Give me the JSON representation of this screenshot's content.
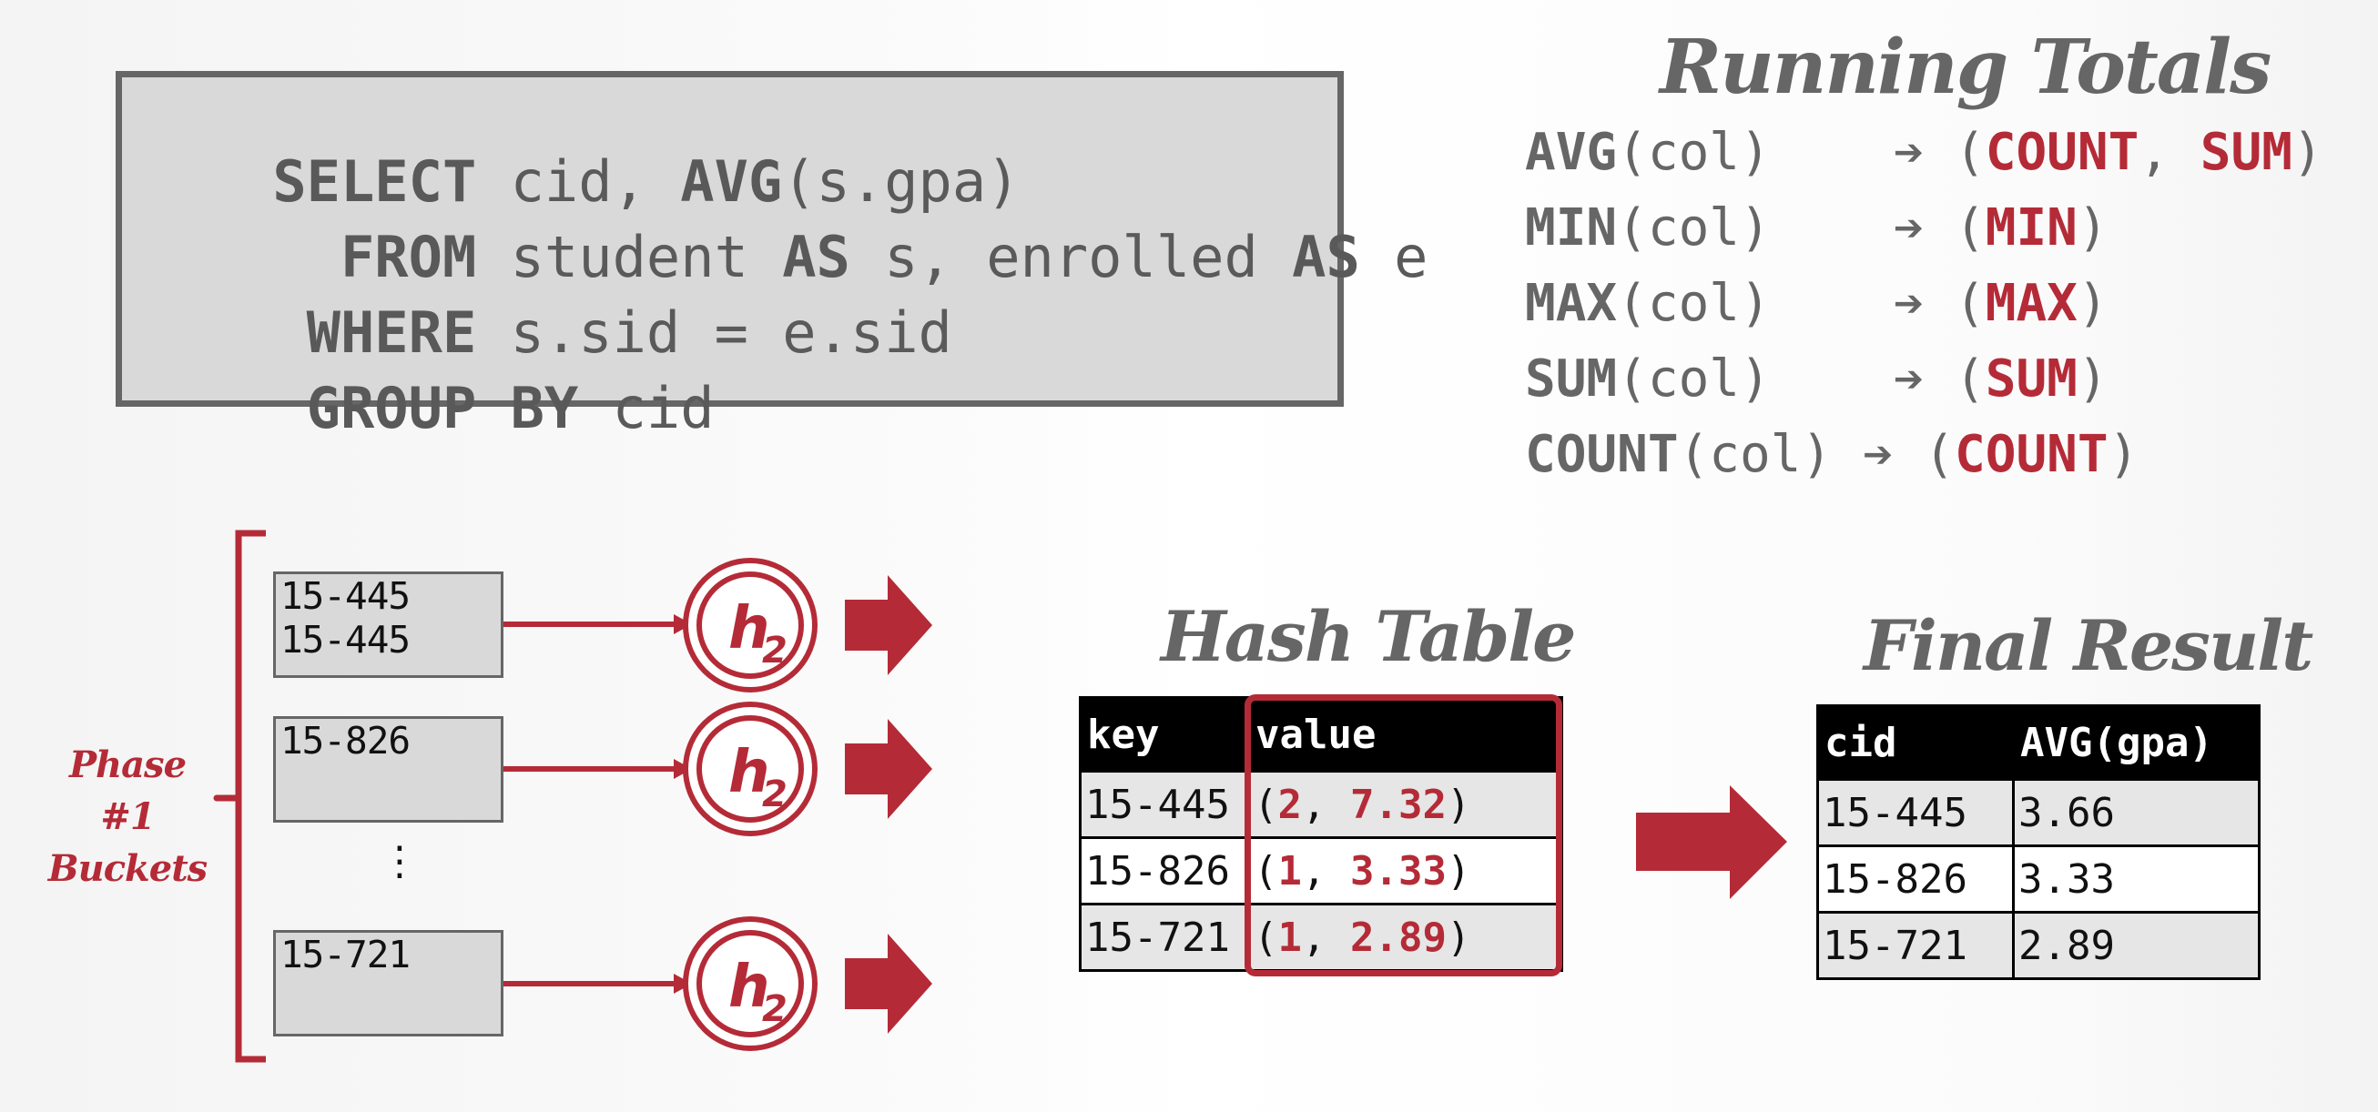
{
  "sql": {
    "lines": [
      [
        {
          "t": "SELECT",
          "kw": true
        },
        {
          "t": " cid, ",
          "kw": false
        },
        {
          "t": "AVG",
          "kw": true
        },
        {
          "t": "(s.gpa)",
          "kw": false
        }
      ],
      [
        {
          "t": "  FROM",
          "kw": true
        },
        {
          "t": " student ",
          "kw": false
        },
        {
          "t": "AS",
          "kw": true
        },
        {
          "t": " s, enrolled ",
          "kw": false
        },
        {
          "t": "AS",
          "kw": true
        },
        {
          "t": " e",
          "kw": false
        }
      ],
      [
        {
          "t": " WHERE",
          "kw": true
        },
        {
          "t": " s.sid = e.sid",
          "kw": false
        }
      ],
      [
        {
          "t": " GROUP BY",
          "kw": true
        },
        {
          "t": " cid",
          "kw": false
        }
      ]
    ]
  },
  "running_totals": {
    "title": "Running Totals",
    "arrow": "➔",
    "rows": [
      {
        "fn": "AVG",
        "arg": "(col)",
        "pad": "    ",
        "result": [
          "COUNT",
          "SUM"
        ]
      },
      {
        "fn": "MIN",
        "arg": "(col)",
        "pad": "    ",
        "result": [
          "MIN"
        ]
      },
      {
        "fn": "MAX",
        "arg": "(col)",
        "pad": "    ",
        "result": [
          "MAX"
        ]
      },
      {
        "fn": "SUM",
        "arg": "(col)",
        "pad": "    ",
        "result": [
          "SUM"
        ]
      },
      {
        "fn": "COUNT",
        "arg": "(col)",
        "pad": " ",
        "result": [
          "COUNT"
        ]
      }
    ]
  },
  "phase": {
    "label_line1": "Phase #1",
    "label_line2": "Buckets",
    "buckets": [
      {
        "items": [
          "15-445",
          "15-445"
        ]
      },
      {
        "items": [
          "15-826"
        ]
      },
      {
        "items": [
          "15-721"
        ]
      }
    ],
    "ellipsis": "⋮",
    "hash_fn": "h",
    "hash_sub": "2"
  },
  "hash_table": {
    "title": "Hash Table",
    "columns": [
      "key",
      "value"
    ],
    "rows": [
      {
        "key": "15-445",
        "count": "2",
        "sum": "7.32"
      },
      {
        "key": "15-826",
        "count": "1",
        "sum": "3.33"
      },
      {
        "key": "15-721",
        "count": "1",
        "sum": "2.89"
      }
    ]
  },
  "final_result": {
    "title": "Final Result",
    "columns": [
      "cid",
      "AVG(gpa)"
    ],
    "rows": [
      [
        "15-445",
        "3.66"
      ],
      [
        "15-826",
        "3.33"
      ],
      [
        "15-721",
        "2.89"
      ]
    ]
  },
  "colors": {
    "accent": "#b42b37",
    "text_gray": "#666666",
    "box_fill": "#d9d9d9"
  }
}
